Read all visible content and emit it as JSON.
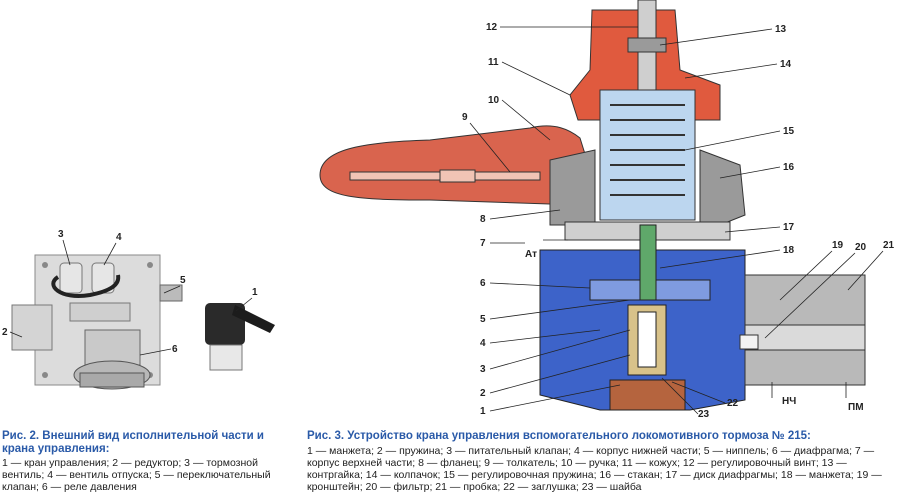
{
  "fig2": {
    "labels": [
      "1",
      "2",
      "3",
      "4",
      "5",
      "6"
    ],
    "title": "Рис. 2. Внешний вид исполнительной части и крана управления:",
    "body": "1 — кран управления; 2 — редуктор; 3 — тормозной вентиль; 4 — вентиль отпуска; 5 — переключательный клапан; 6 — реле давления"
  },
  "fig3": {
    "labels": [
      "1",
      "2",
      "3",
      "4",
      "5",
      "6",
      "7",
      "8",
      "9",
      "10",
      "11",
      "12",
      "13",
      "14",
      "15",
      "16",
      "17",
      "18",
      "19",
      "20",
      "21",
      "22",
      "23"
    ],
    "port_at": "Ат",
    "port_nch": "НЧ",
    "port_pm": "ПМ",
    "title": "Рис. 3. Устройство крана управления вспомогательного локомотивного тормоза № 215:",
    "body": "1 — манжета; 2 — пружина; 3 — питательный клапан; 4 — корпус нижней части; 5 — ниппель; 6 — диафрагма; 7 — корпус верхней части; 8 — фланец; 9 — толкатель; 10 — ручка; 11 — кожух; 12 — регулировочный винт; 13 — контргайка; 14 — колпачок; 15 — регулировочная пружина; 16 — стакан; 17 — диск диафрагмы; 18 — манжета; 19 — кронштейн; 20 — фильтр; 21 — пробка; 22 — заглушка; 23 — шайба"
  },
  "colors": {
    "caption_blue": "#2a5aa8",
    "handle_red": "#d9644e",
    "body_blue": "#3d63c9",
    "grey_body": "#9a9a9a",
    "green_stem": "#5fa86a",
    "light_blue": "#bcd6ef"
  }
}
